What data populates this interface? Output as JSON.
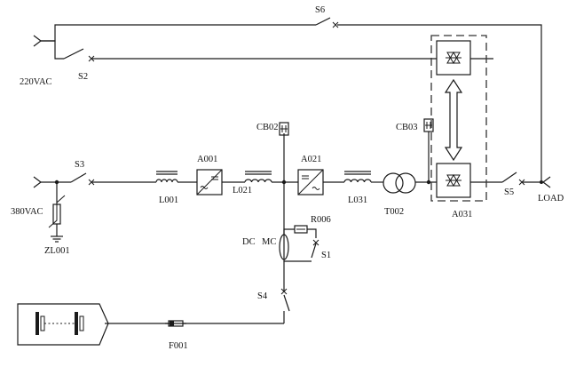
{
  "diagram": {
    "labels": {
      "s6": "S6",
      "vac220": "220VAC",
      "s2": "S2",
      "cb02": "CB02",
      "cb03": "CB03",
      "s3": "S3",
      "a001": "A001",
      "a021": "A021",
      "vac380": "380VAC",
      "l001": "L001",
      "l021": "L021",
      "l031": "L031",
      "t002": "T002",
      "a031": "A031",
      "s5": "S5",
      "load": "LOAD",
      "zl001": "ZL001",
      "r006": "R006",
      "dc": "DC",
      "mc": "MC",
      "s1": "S1",
      "s4": "S4",
      "f001": "F001"
    }
  }
}
